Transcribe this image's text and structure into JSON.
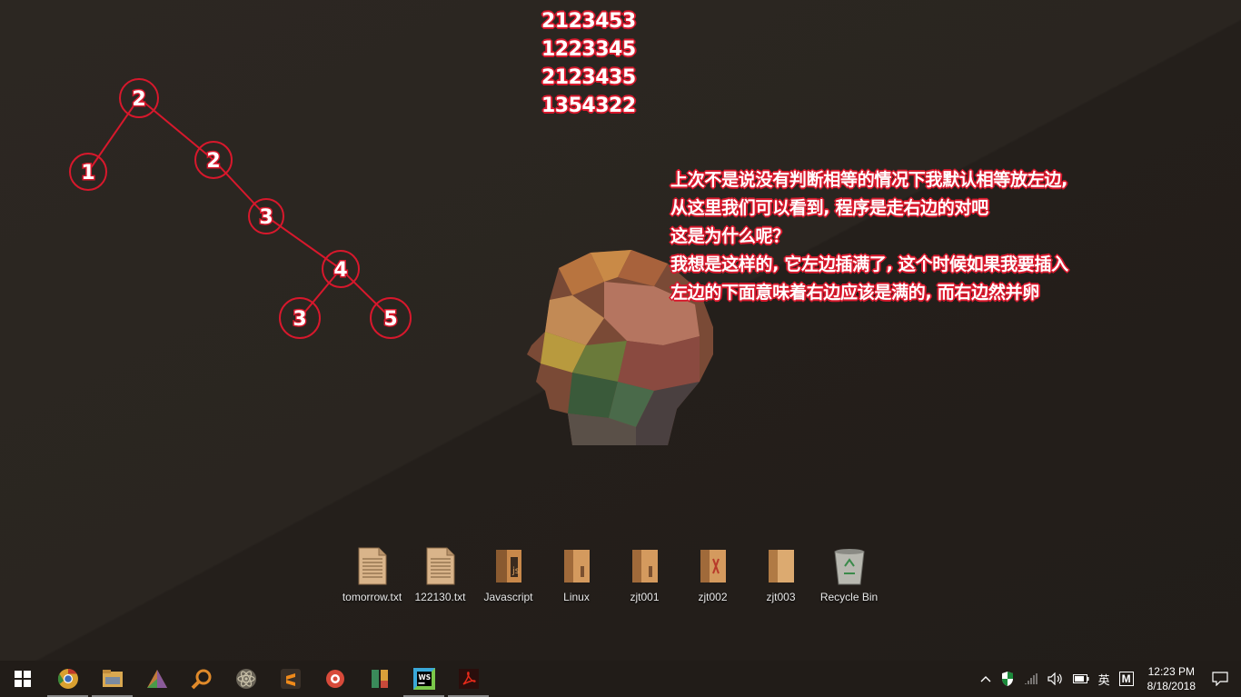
{
  "overlay_numbers": [
    "2123453",
    "1223345",
    "2123435",
    "1354322"
  ],
  "note_lines": [
    "上次不是说没有判断相等的情况下我默认相等放左边,",
    "从这里我们可以看到, 程序是走右边的对吧",
    "这是为什么呢？",
    "我想是这样的, 它左边插满了, 这个时候如果我要插入",
    "左边的下面意味着右边应该是满的, 而右边然并卵"
  ],
  "tree": {
    "nodes": [
      {
        "id": "n1",
        "label": "2"
      },
      {
        "id": "n2",
        "label": "1"
      },
      {
        "id": "n3",
        "label": "2"
      },
      {
        "id": "n4",
        "label": "3"
      },
      {
        "id": "n5",
        "label": "4"
      },
      {
        "id": "n6",
        "label": "3"
      },
      {
        "id": "n7",
        "label": "5"
      }
    ],
    "edges": [
      [
        "n1",
        "n2"
      ],
      [
        "n1",
        "n3"
      ],
      [
        "n3",
        "n4"
      ],
      [
        "n4",
        "n5"
      ],
      [
        "n5",
        "n6"
      ],
      [
        "n5",
        "n7"
      ]
    ],
    "stroke_color": "#d8182c"
  },
  "desktop_icons": [
    {
      "label": "tomorrow.txt",
      "icon": "text-file-icon"
    },
    {
      "label": "122130.txt",
      "icon": "text-file-icon"
    },
    {
      "label": "Javascript",
      "icon": "folder-icon"
    },
    {
      "label": "Linux",
      "icon": "folder-icon"
    },
    {
      "label": "zjt001",
      "icon": "folder-icon"
    },
    {
      "label": "zjt002",
      "icon": "folder-icon"
    },
    {
      "label": "zjt003",
      "icon": "folder-icon"
    },
    {
      "label": "Recycle Bin",
      "icon": "recycle-bin-icon"
    }
  ],
  "taskbar": {
    "apps": [
      {
        "name": "chrome-icon",
        "running": true
      },
      {
        "name": "file-explorer-icon",
        "running": true
      },
      {
        "name": "paint-icon",
        "running": false
      },
      {
        "name": "search-magnifier-icon",
        "running": false
      },
      {
        "name": "atom-icon",
        "running": false
      },
      {
        "name": "sublime-text-icon",
        "running": false
      },
      {
        "name": "screen-recorder-icon",
        "running": false
      },
      {
        "name": "bookmark-app-icon",
        "running": false
      },
      {
        "name": "webstorm-icon",
        "running": true
      },
      {
        "name": "pdf-reader-icon",
        "running": true
      }
    ],
    "tray": {
      "language": "英",
      "ime": "M",
      "time": "12:23 PM",
      "date": "8/18/2018"
    }
  }
}
